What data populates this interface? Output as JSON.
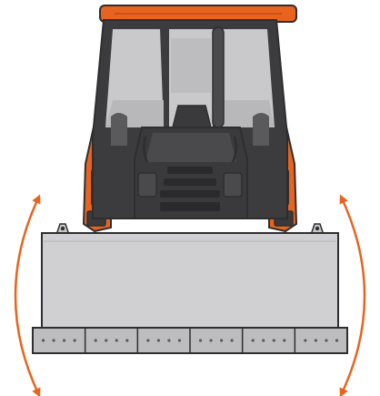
{
  "illustration": {
    "subject": "bulldozer-front-view",
    "icons": [
      "bulldozer-illustration",
      "blade-tilt-left-arrow",
      "blade-tilt-right-arrow"
    ],
    "blade_segments": 6,
    "bolts_per_segment": 4,
    "colors": {
      "accent_orange": "#E8641E",
      "cab_frame": "#3C3C3E",
      "cab_glass": "#C9C9CB",
      "body_dark": "#3A3A3C",
      "blade_gray": "#D0D0D2",
      "blade_edge": "#BDBDC0",
      "outline": "#2E2E30"
    }
  }
}
